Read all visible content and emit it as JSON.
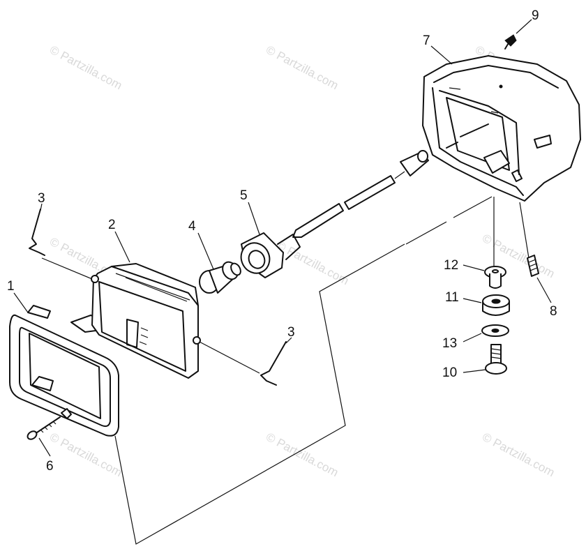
{
  "diagram": {
    "watermark_text": "© Partzilla.com",
    "callouts": [
      {
        "id": "1",
        "label": "1"
      },
      {
        "id": "2",
        "label": "2"
      },
      {
        "id": "3a",
        "label": "3"
      },
      {
        "id": "3b",
        "label": "3"
      },
      {
        "id": "4",
        "label": "4"
      },
      {
        "id": "5",
        "label": "5"
      },
      {
        "id": "6",
        "label": "6"
      },
      {
        "id": "7",
        "label": "7"
      },
      {
        "id": "8",
        "label": "8"
      },
      {
        "id": "9",
        "label": "9"
      },
      {
        "id": "10",
        "label": "10"
      },
      {
        "id": "11",
        "label": "11"
      },
      {
        "id": "12",
        "label": "12"
      },
      {
        "id": "13",
        "label": "13"
      }
    ]
  }
}
